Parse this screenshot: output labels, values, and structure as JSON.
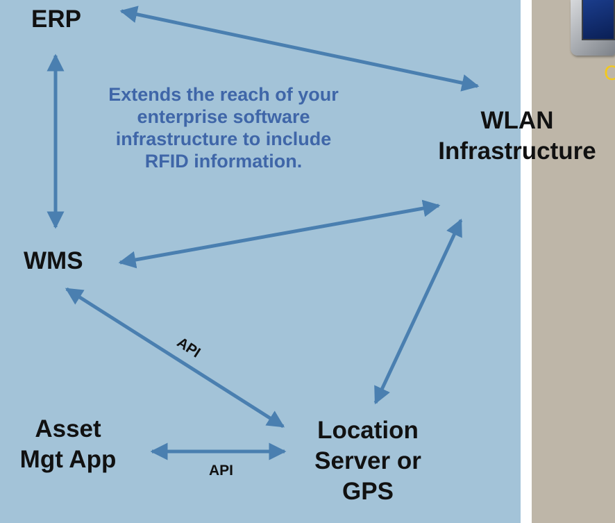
{
  "nodes": {
    "erp": "ERP",
    "wms": "WMS",
    "wlan": [
      "WLAN",
      "Infrastructure"
    ],
    "asset": [
      "Asset",
      "Mgt App"
    ],
    "location": [
      "Location",
      "Server or",
      "GPS"
    ]
  },
  "callout": [
    "Extends the reach of your",
    "enterprise software",
    "infrastructure to include",
    "RFID information."
  ],
  "labels": {
    "api_diagonal": "API",
    "api_horizontal": "API"
  },
  "right_panel": {
    "cut_text": "C"
  },
  "colors": {
    "left_background": "#a3c3d8",
    "right_background": "#beb6a8",
    "arrow": "#4a7fb0",
    "callout_text": "#3f66a8",
    "node_text": "#111111",
    "cut_text": "#f2c81d"
  }
}
